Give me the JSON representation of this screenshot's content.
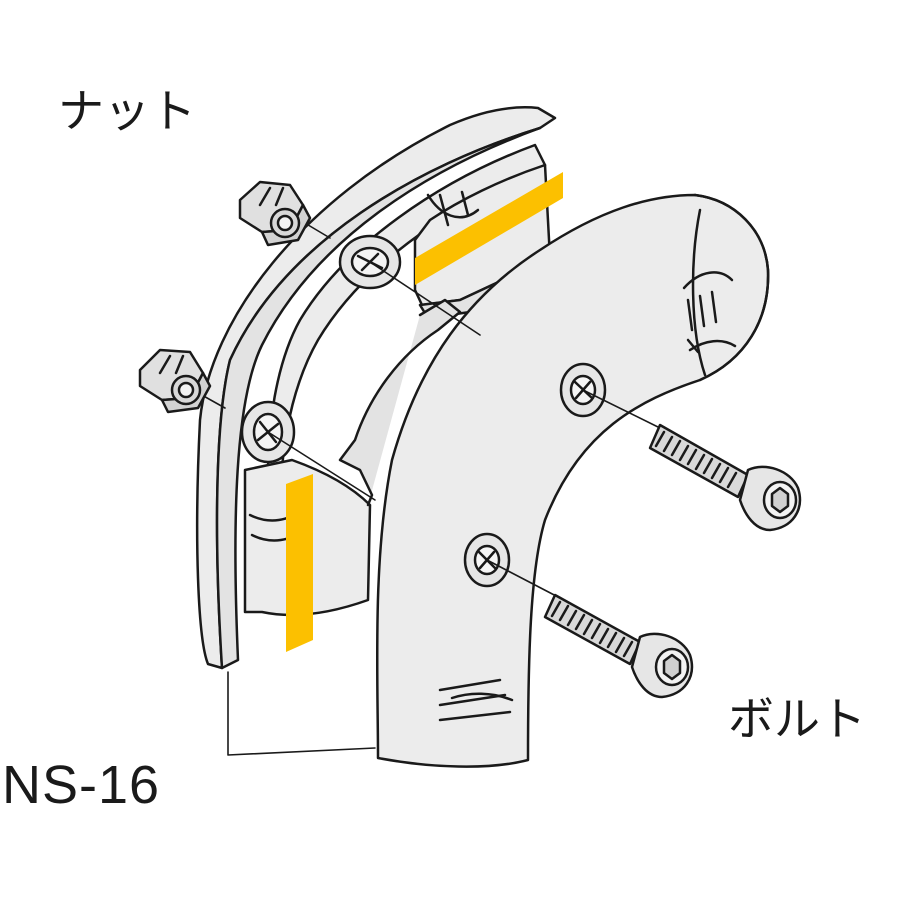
{
  "labels": {
    "nut": "ナット",
    "bolt": "ボルト",
    "part_number": "NS-16"
  },
  "colors": {
    "body": "#ececec",
    "outline": "#1a1a1a",
    "highlight": "#fcc000"
  }
}
